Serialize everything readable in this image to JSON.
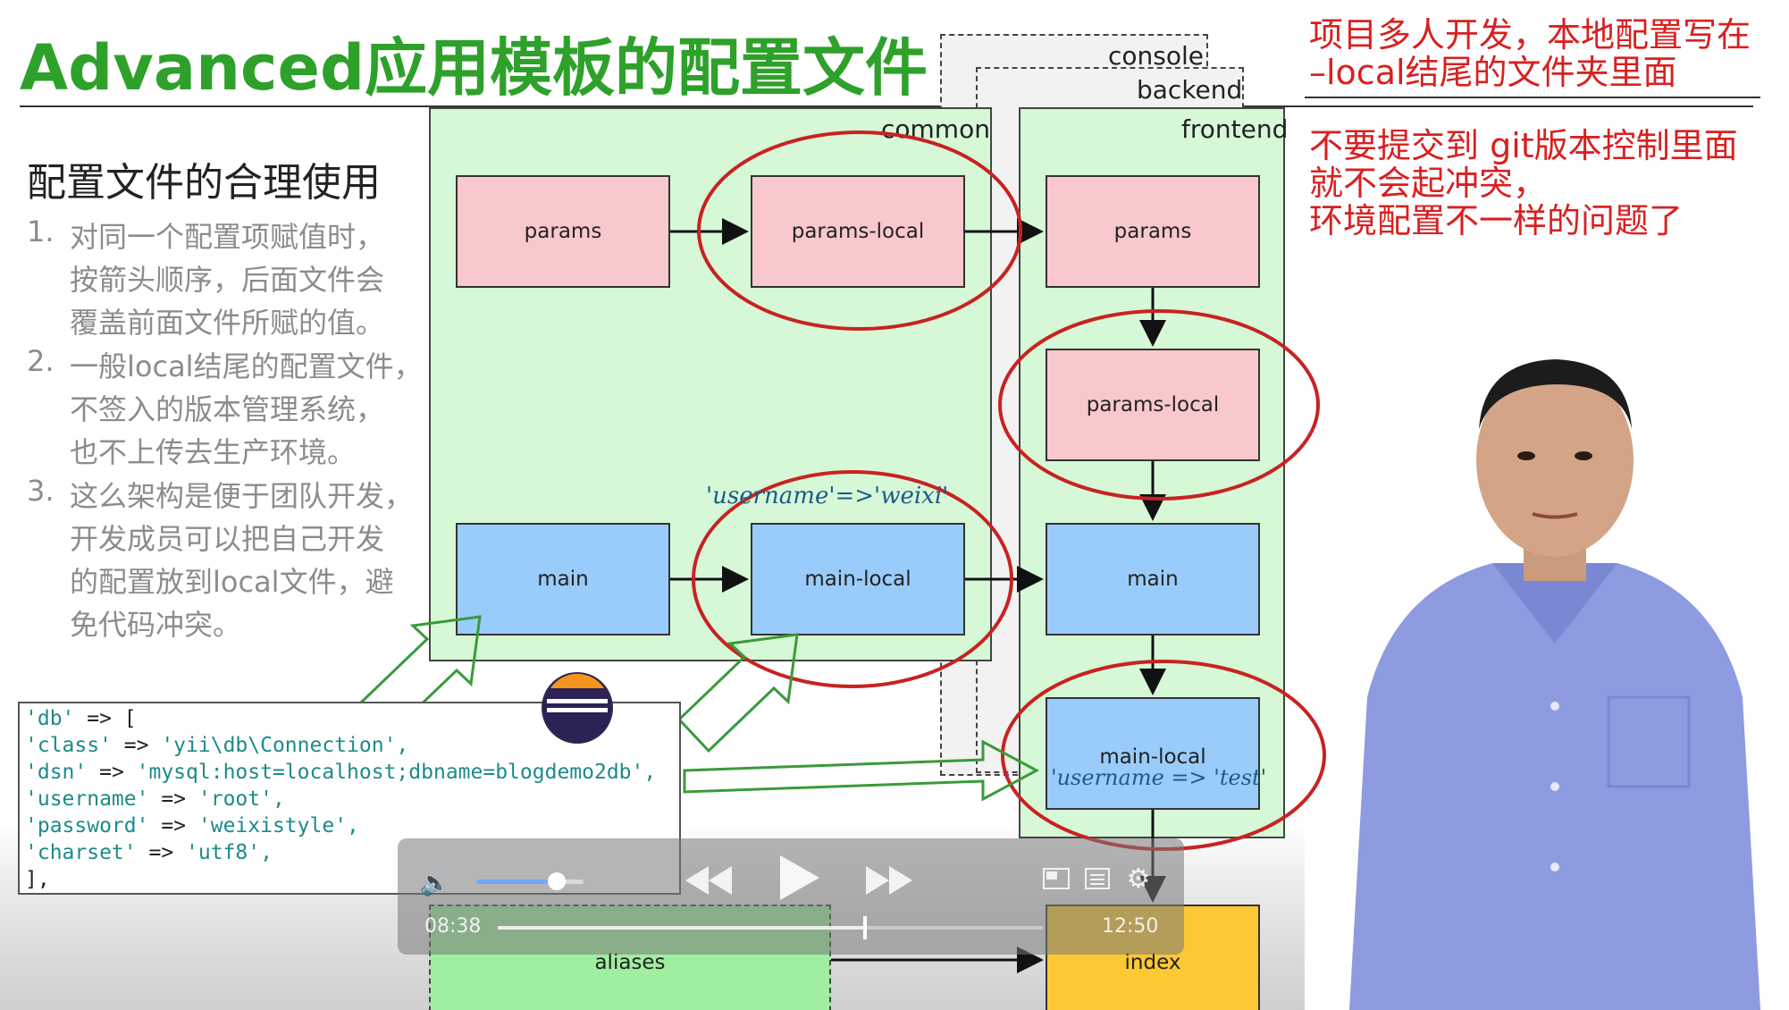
{
  "slide": {
    "title": "Advanced应用模板的配置文件",
    "subheading": "配置文件的合理使用",
    "list": [
      {
        "num": "1.",
        "lines": [
          "对同一个配置项赋值时，",
          "按箭头顺序，后面文件会",
          "覆盖前面文件所赋的值。"
        ]
      },
      {
        "num": "2.",
        "lines": [
          "一般local结尾的配置文件，",
          "不签入的版本管理系统，",
          "也不上传去生产环境。"
        ]
      },
      {
        "num": "3.",
        "lines": [
          "这么架构是便于团队开发，",
          "开发成员可以把自己开发",
          "的配置放到local文件，避",
          "免代码冲突。"
        ]
      }
    ]
  },
  "diagram": {
    "containers": {
      "console": "console",
      "backend": "backend",
      "common": "common",
      "frontend": "frontend"
    },
    "nodes": {
      "common_params": "params",
      "common_params_local": "params-local",
      "common_main": "main",
      "common_main_local": "main-local",
      "frontend_params": "params",
      "frontend_params_local": "params-local",
      "frontend_main": "main",
      "frontend_main_local": "main-local",
      "aliases": "aliases",
      "index": "index"
    },
    "handwriting": {
      "common_note": "'username'=>'weixi'",
      "frontend_note": "'username => 'test'"
    }
  },
  "code": {
    "lines": [
      {
        "k": "'db'",
        "op": " => [",
        "v": ""
      },
      {
        "k": "  'class'",
        "op": " => ",
        "v": "'yii\\db\\Connection',"
      },
      {
        "k": "  'dsn'",
        "op": " => ",
        "v": "'mysql:host=localhost;dbname=blogdemo2db',"
      },
      {
        "k": "  'username'",
        "op": " => ",
        "v": "'root',"
      },
      {
        "k": "  'password'",
        "op": " => ",
        "v": "'weixistyle',"
      },
      {
        "k": "  'charset'",
        "op": " => ",
        "v": "'utf8',"
      },
      {
        "k": "       ],",
        "op": "",
        "v": ""
      }
    ]
  },
  "notes": {
    "line1": "项目多人开发，本地配置写在",
    "line2": "–local结尾的文件夹里面",
    "line3": "不要提交到 git版本控制里面",
    "line4": "就不会起冲突，",
    "line5": "环境配置不一样的问题了"
  },
  "player": {
    "elapsed": "08:38",
    "duration": "12:50",
    "progress": 0.67,
    "volume": 0.75
  },
  "colors": {
    "title": "#2ea12a",
    "annotation": "#d92020",
    "pink": "#f8c8cc",
    "blue": "#99ccfa",
    "green_bg": "#d6f8d6",
    "aliases": "#a0eea0",
    "index": "#fcc833"
  }
}
